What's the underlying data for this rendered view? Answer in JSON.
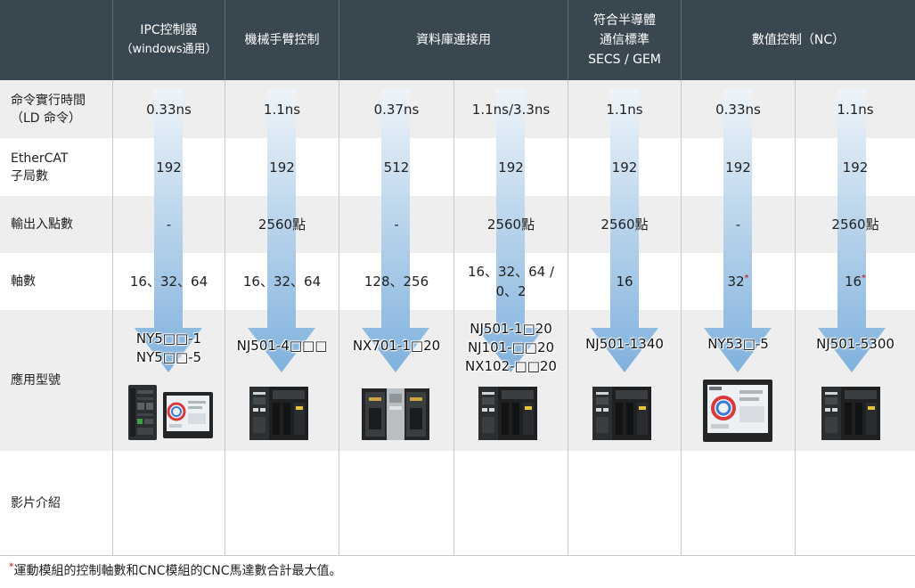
{
  "header": {
    "columns": [
      {
        "line1": "IPC控制器",
        "line2": "（windows通用）"
      },
      {
        "line1": "機械手臂控制"
      },
      {
        "line1": "資料庫連接用"
      },
      {
        "line1": "符合半導體",
        "line2": "通信標準",
        "line3": "SECS / GEM"
      },
      {
        "line1": "數值控制（NC）"
      }
    ]
  },
  "rows": {
    "cycle_time": {
      "label1": "命令實行時間",
      "label2": "（LD 命令）",
      "values": [
        "0.33ns",
        "1.1ns",
        "0.37ns",
        "1.1ns/3.3ns",
        "1.1ns",
        "0.33ns",
        "1.1ns"
      ]
    },
    "ethercat": {
      "label1": "EtherCAT",
      "label2": "子局數",
      "values": [
        "192",
        "192",
        "512",
        "192",
        "192",
        "192",
        "192"
      ]
    },
    "io_points": {
      "label1": "輸出入點數",
      "values": [
        "-",
        "2560點",
        "-",
        "2560點",
        "2560點",
        "-",
        "2560點"
      ]
    },
    "axes": {
      "label1": "軸數",
      "values": [
        "16、32、64",
        "16、32、64",
        "128、256",
        "16、32、64 /",
        "16",
        "32",
        "16"
      ],
      "values_line2": [
        "",
        "",
        "",
        "0、2",
        "",
        "",
        ""
      ],
      "asterisk": [
        "",
        "",
        "",
        "",
        "",
        "*",
        "*"
      ]
    },
    "models": {
      "label1": "應用型號",
      "col1": [
        "NY5□□-1",
        "NY5□□-5"
      ],
      "col2": [
        "NJ501-4□□□"
      ],
      "col3": [
        "NX701-1□20"
      ],
      "col4": [
        "NJ501-1□20",
        "NJ101-□□20",
        "NX102-□□20"
      ],
      "col5": [
        "NJ501-1340"
      ],
      "col6": [
        "NY53□-5"
      ],
      "col7": [
        "NJ501-5300"
      ]
    },
    "video": {
      "label1": "影片介紹"
    }
  },
  "footnote": {
    "star": "*",
    "text": "運動模組的控制軸數和CNC模組的CNC馬達數合計最大值。"
  },
  "colors": {
    "header_bg": "#384750",
    "shade": "#eeeeee",
    "arrow_top": "#eef4f9",
    "arrow_bottom": "#7fb1dd",
    "asterisk": "#d0021b"
  },
  "icons": [
    "down-arrow-icon",
    "ipc-box-icon",
    "touch-panel-icon",
    "controller-unit-icon"
  ]
}
